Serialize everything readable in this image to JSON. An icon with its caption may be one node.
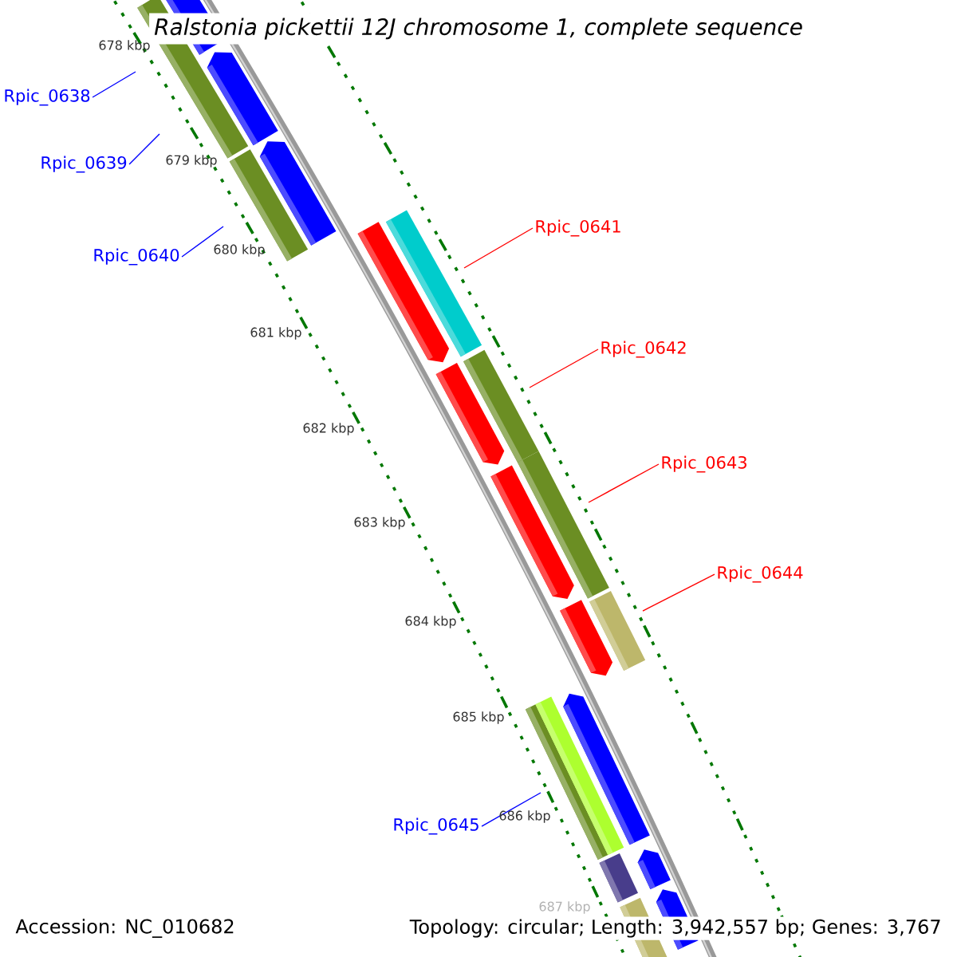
{
  "diagram": {
    "title": "Ralstonia pickettii 12J chromosome 1, complete sequence",
    "nodes": [
      {
        "text": [
          "Rpic_0638"
        ]
      },
      {
        "text": [
          "Rpic_0639"
        ]
      },
      {
        "text": [
          "Rpic_0641"
        ]
      },
      {
        "text": [
          "Rpic_0640"
        ]
      },
      {
        "text": [
          "Rpic_0642"
        ]
      },
      {
        "text": [
          "Rpic_0643"
        ]
      },
      {
        "text": [
          "Rpic_0644"
        ]
      },
      {
        "text": [
          "Rpic_0645"
        ]
      }
    ],
    "edges": [
      {
        "from": 0,
        "to": null,
        "arrow": "none"
      },
      {
        "from": 1,
        "to": null,
        "arrow": "none"
      },
      {
        "from": 2,
        "to": null,
        "arrow": "none",
        "color": "#ff0000"
      },
      {
        "from": 3,
        "to": null,
        "arrow": "none"
      },
      {
        "from": 4,
        "to": null,
        "arrow": "none",
        "color": "#ff0000"
      },
      {
        "from": 5,
        "to": null,
        "arrow": "none",
        "color": "#ff0000"
      },
      {
        "from": 6,
        "to": null,
        "arrow": "none",
        "color": "#ff0000"
      },
      {
        "from": 7,
        "to": null,
        "arrow": "none"
      }
    ],
    "labels": [
      "678 kbp",
      "679 kbp",
      "680 kbp",
      "681 kbp",
      "682 kbp",
      "683 kbp",
      "684 kbp",
      "685 kbp",
      "686 kbp",
      "687 kbp",
      "Accession: NC_010682",
      "Topology: circular; Length: 3,942,557 bp; Genes: 3,767"
    ]
  }
}
